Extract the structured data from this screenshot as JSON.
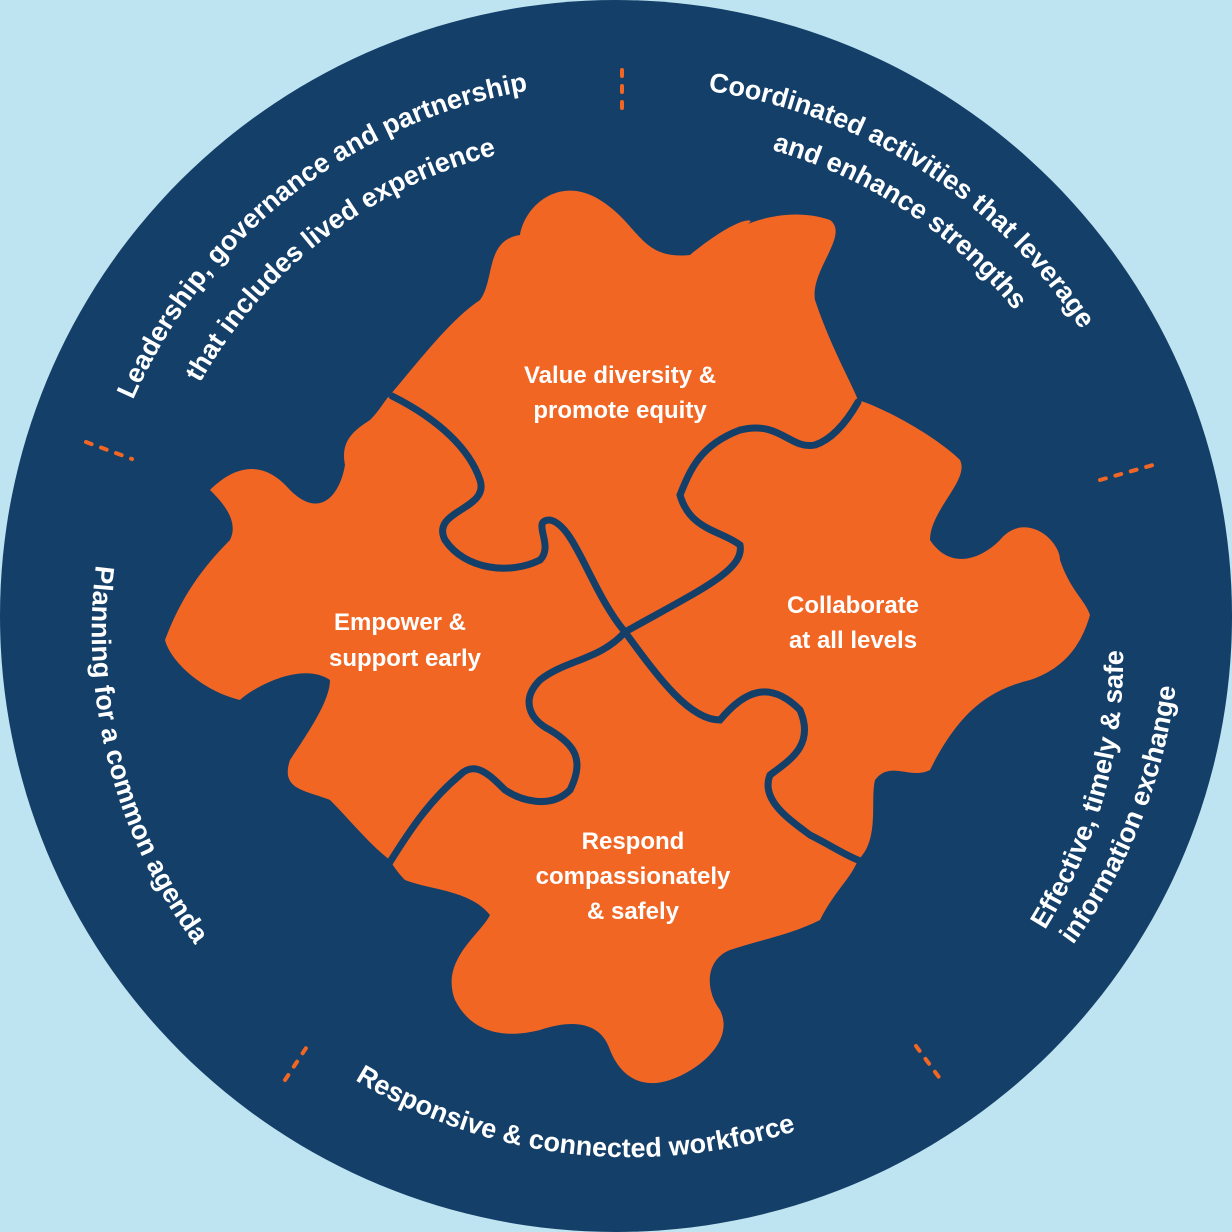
{
  "colors": {
    "background": "#bfe4f1",
    "circle": "#143f69",
    "puzzle": "#f26624",
    "divider": "#f26624",
    "text": "#ffffff"
  },
  "ring_labels": {
    "leadership_line1": "Leadership, governance and partnership",
    "leadership_line2": "that includes lived experience",
    "coordinated_line1": "Coordinated activities that leverage",
    "coordinated_line2": "and enhance strengths",
    "effective_line1": "Effective, timely & safe",
    "effective_line2": "information exchange",
    "workforce": "Responsive & connected workforce",
    "planning": "Planning for a common agenda"
  },
  "pieces": {
    "top": {
      "line1": "Value diversity &",
      "line2": "promote equity"
    },
    "left": {
      "line1": "Empower &",
      "line2": "support early"
    },
    "right": {
      "line1": "Collaborate",
      "line2": "at all levels"
    },
    "bottom": {
      "line1": "Respond",
      "line2": "compassionately",
      "line3": "& safely"
    }
  }
}
